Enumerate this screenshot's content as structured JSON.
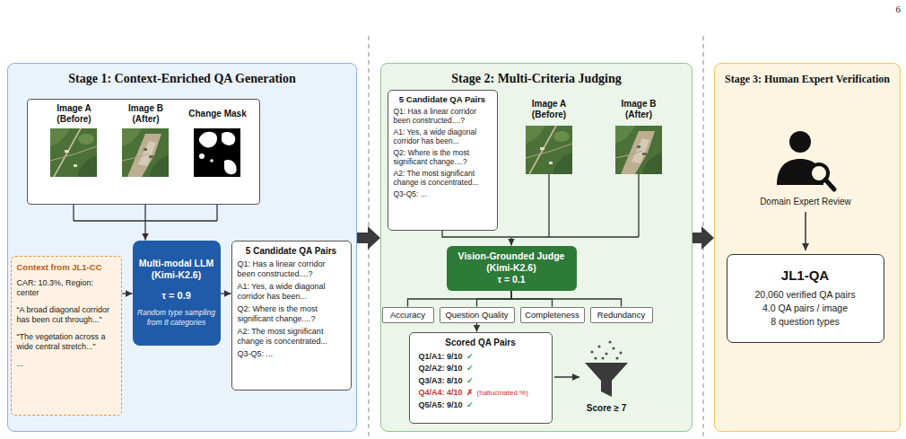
{
  "diagram": {
    "nodes": [
      {
        "text": [
          "Stage 1: Context-Enriched QA Generation"
        ]
      },
      {
        "text": [
          "Image A (Before)",
          "Image B (After)",
          "Change Mask"
        ],
        "in": 0
      },
      {
        "text": [
          "Context from JL1-CC",
          "CAR: 10.3%, Region: center",
          "“A broad diagonal corridor has been cut through...”",
          "“The vegetation across a wide central stretch...”",
          "..."
        ],
        "in": 0
      },
      {
        "text": [
          "Multi-modal LLM (Kimi-K2.6)",
          "τ = 0.9",
          "Random type sampling from 8 categories"
        ],
        "in": 0
      },
      {
        "text": [
          "5 Candidate QA Pairs",
          "Q1: Has a linear corridor been constructed....?",
          "A1: Yes, a wide diagonal corridor has been...",
          "Q2: Where is the most significant change....?",
          "A2: The most significant change is concentrated...",
          "Q3-Q5: ..."
        ],
        "in": 0
      },
      {
        "text": [
          "Stage 2: Multi-Criteria Judging"
        ]
      },
      {
        "text": [
          "5 Candidate QA Pairs",
          "Q1: Has a linear corridor been constructed....?",
          "A1: Yes, a wide diagonal corridor has been...",
          "Q2: Where is the most significant change....?",
          "A2: The most significant change is concentrated...",
          "Q3-Q5: ..."
        ],
        "in": 5
      },
      {
        "text": [
          "Vision-Grounded Judge (Kimi-K2.6)",
          "τ = 0.1"
        ],
        "in": 5
      },
      {
        "text": [
          "Accuracy"
        ],
        "in": 5
      },
      {
        "text": [
          "Question Quality"
        ],
        "in": 5
      },
      {
        "text": [
          "Completeness"
        ],
        "in": 5
      },
      {
        "text": [
          "Redundancy"
        ],
        "in": 5
      },
      {
        "text": [
          "Scored QA Pairs",
          "Q1/A1: 9/10",
          "✓",
          "Q2/A2: 9/10",
          "✓",
          "Q3/A3: 8/10",
          "✓",
          "Q4/A4: 4/10",
          "✗",
          "(hallucinated %)",
          "Q5/A5: 9/10",
          "✓"
        ],
        "in": 5
      },
      {
        "text": [
          "Stage 3: Human Expert Verification"
        ]
      },
      {
        "text": [
          "JL1-QA",
          "20,060 verified QA pairs",
          "4.0 QA pairs / image",
          "8 question types"
        ],
        "in": 13
      }
    ],
    "edges": [
      {
        "from": 1,
        "to": 3,
        "arrow": "to"
      },
      {
        "from": 2,
        "to": 3,
        "arrow": "to"
      },
      {
        "from": 3,
        "to": 4,
        "arrow": "to"
      },
      {
        "from": 0,
        "to": 5,
        "arrow": "to"
      },
      {
        "from": 6,
        "to": 7,
        "arrow": "to"
      },
      {
        "from": 7,
        "to": 8,
        "arrow": "none"
      },
      {
        "from": 7,
        "to": 9,
        "arrow": "none"
      },
      {
        "from": 7,
        "to": 10,
        "arrow": "none"
      },
      {
        "from": 7,
        "to": 11,
        "arrow": "none"
      },
      {
        "from": 9,
        "to": 12,
        "arrow": "to"
      },
      {
        "from": 5,
        "to": 13,
        "arrow": "to"
      }
    ],
    "labels": [
      "6",
      "Image A (Before)",
      "Image B (After)",
      "Score ≥ 7",
      "Domain Expert Review"
    ]
  }
}
